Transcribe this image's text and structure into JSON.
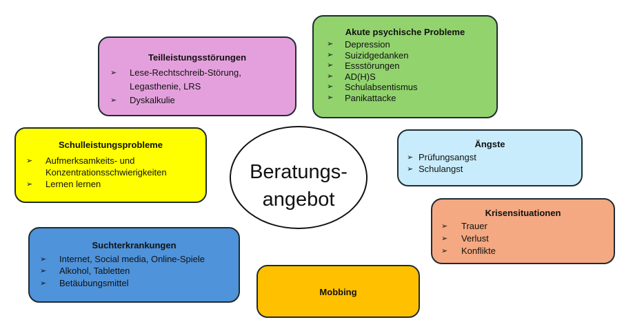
{
  "center": {
    "line1": "Beratungs-",
    "line2": "angebot"
  },
  "boxes": {
    "teilleistung": {
      "title": "Teilleistungsstörungen",
      "items": [
        "Lese-Rechtschreib-Störung,",
        "Legasthenie, LRS",
        "Dyskalkulie"
      ],
      "color": "#e4a0dc"
    },
    "akute": {
      "title": "Akute psychische Probleme",
      "items": [
        "Depression",
        "Suizidgedanken",
        "Essstörungen",
        "AD(H)S",
        "Schulabsentismus",
        "Panikattacke"
      ],
      "color": "#92d36e"
    },
    "schulleistung": {
      "title": "Schulleistungsprobleme",
      "items": [
        "Aufmerksamkeits-  und",
        "Konzentrationsschwierigkeiten",
        "Lernen lernen"
      ],
      "color": "#ffff00"
    },
    "aengste": {
      "title": "Ängste",
      "items": [
        "Prüfungsangst",
        "Schulangst"
      ],
      "color": "#c8ecfb"
    },
    "krisen": {
      "title": "Krisensituationen",
      "items": [
        "Trauer",
        "Verlust",
        "Konflikte"
      ],
      "color": "#f4a982"
    },
    "sucht": {
      "title": "Suchterkrankungen",
      "items": [
        "Internet, Social media, Online-Spiele",
        "Alkohol, Tabletten",
        "Betäubungsmittel"
      ],
      "color": "#4f93da"
    },
    "mobbing": {
      "title": "Mobbing",
      "color": "#ffc000"
    }
  },
  "bullet": "➢"
}
